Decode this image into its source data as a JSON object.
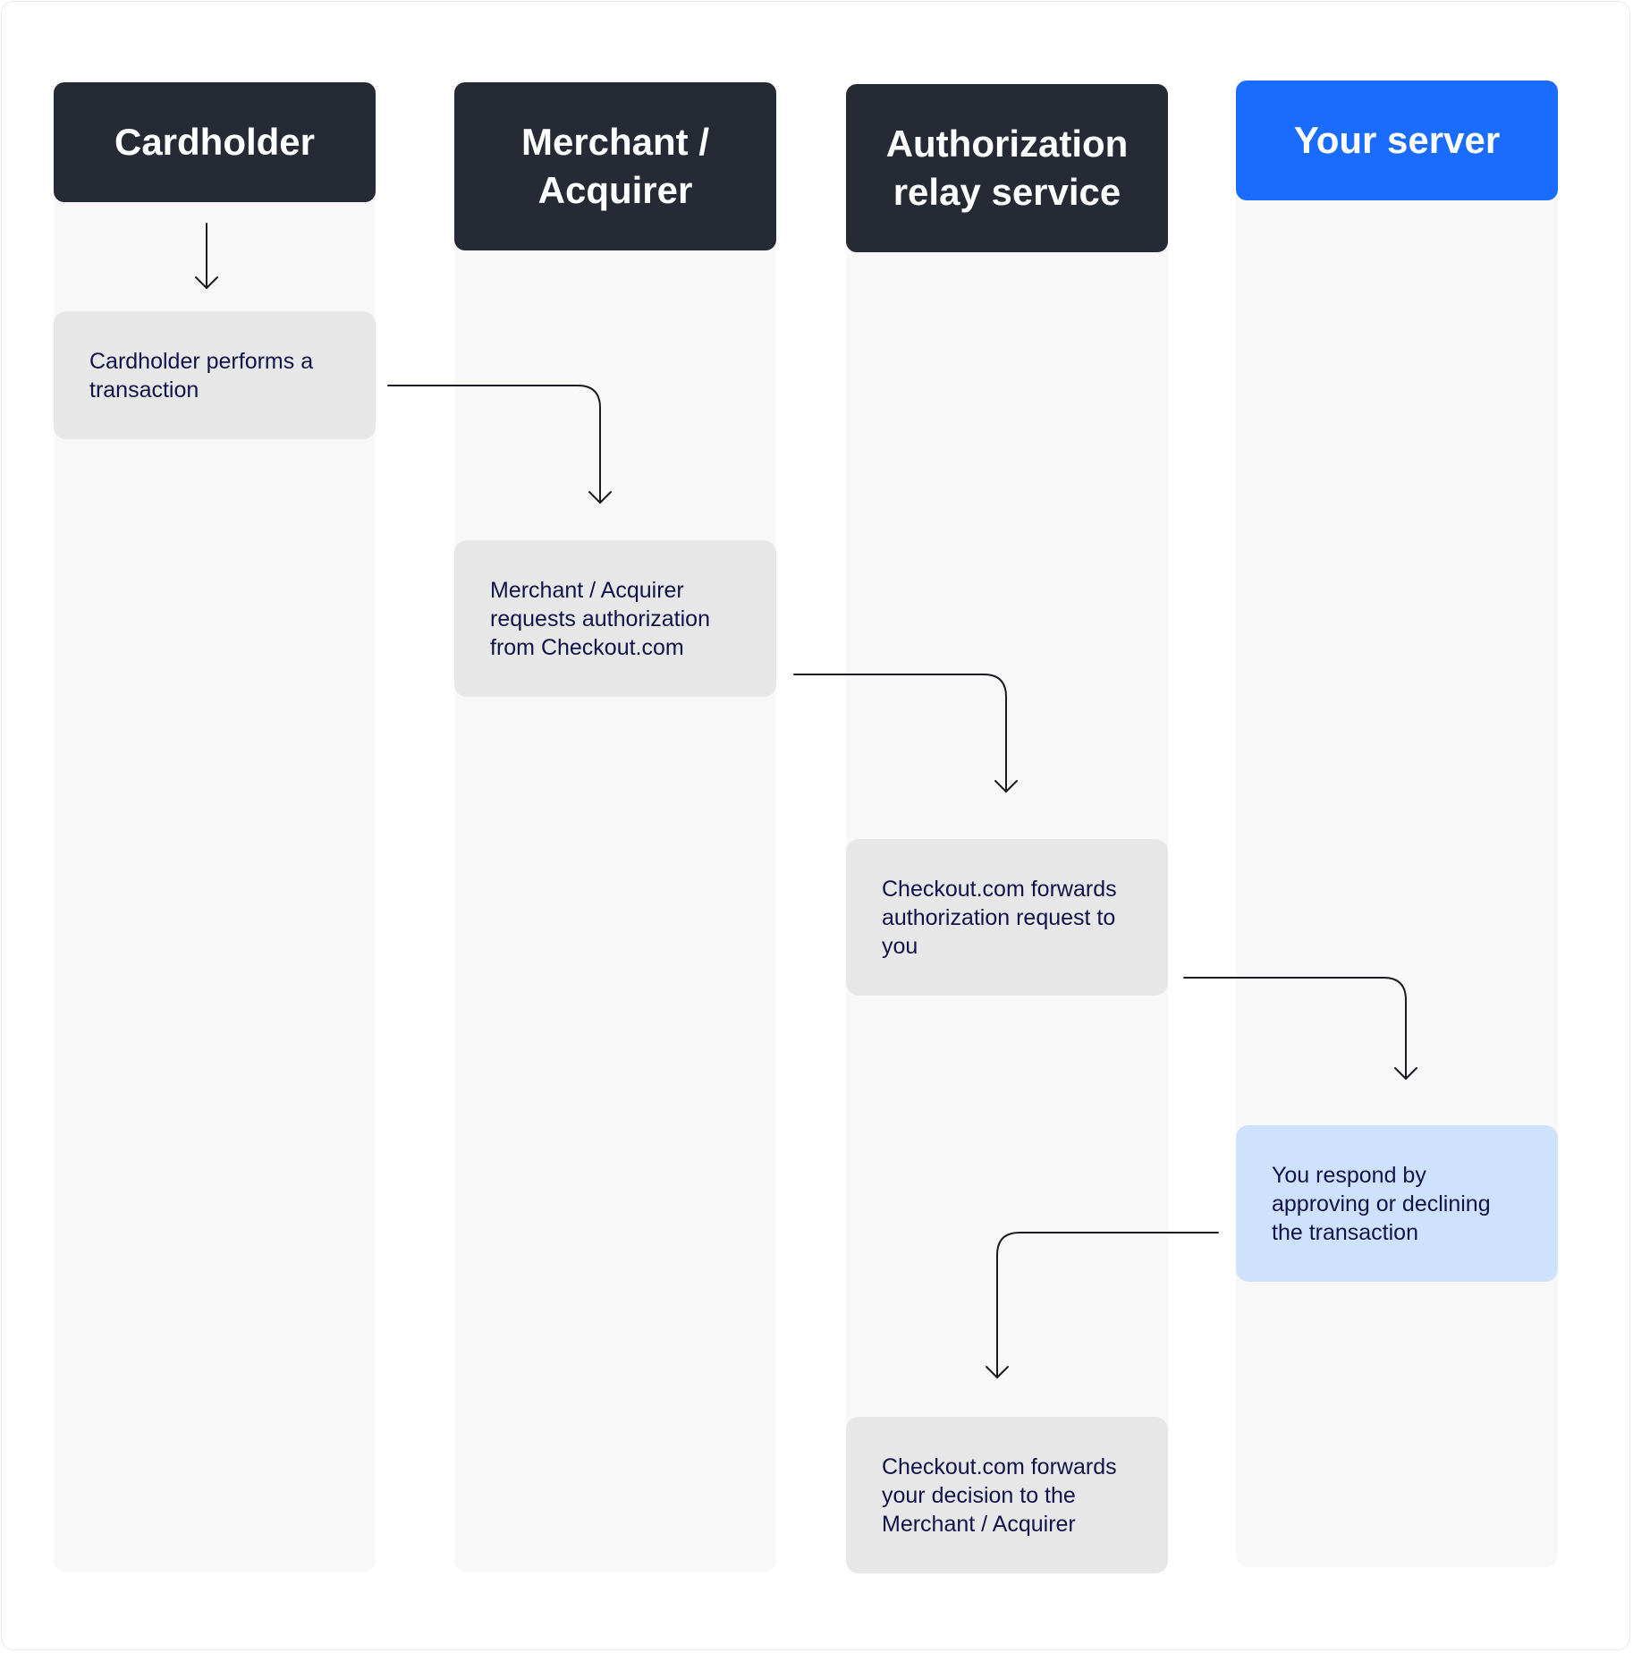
{
  "colors": {
    "header_dark": "#262a34",
    "header_accent": "#1a6cff",
    "lane_bg": "#f8f8f8",
    "card_bg": "#e8e7e8",
    "card_highlight_bg": "#cfe2fd",
    "card_text": "#11134a",
    "arrow": "#1b1b22"
  },
  "lanes": [
    {
      "label": "Cardholder"
    },
    {
      "label": "Merchant /\nAcquirer"
    },
    {
      "label": "Authorization\nrelay service"
    },
    {
      "label": "Your server"
    }
  ],
  "steps": [
    {
      "text": "Cardholder performs a\ntransaction"
    },
    {
      "text": "Merchant / Acquirer\nrequests authorization\nfrom Checkout.com"
    },
    {
      "text": "Checkout.com forwards\nauthorization request to\nyou"
    },
    {
      "text": "You respond by\napproving or declining\nthe transaction"
    },
    {
      "text": "Checkout.com forwards\nyour decision to the\nMerchant / Acquirer"
    }
  ]
}
